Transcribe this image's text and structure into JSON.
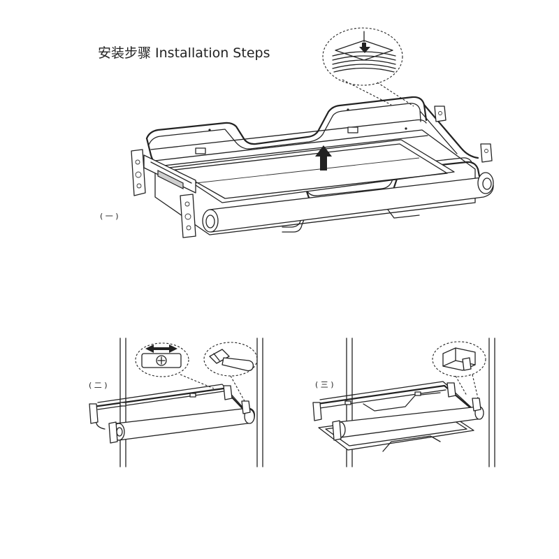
{
  "title": "安装步骤 Installation Steps",
  "steps": [
    {
      "label": "( 一 )"
    },
    {
      "label": "( 二 )"
    },
    {
      "label": "( 三 )"
    }
  ],
  "icons": {
    "lift_arrow": "up-arrow-icon",
    "press_arrow": "down-arrow-icon",
    "slide_arrow": "left-right-arrow-icon"
  },
  "colors": {
    "line": "#222222",
    "background": "#ffffff"
  }
}
